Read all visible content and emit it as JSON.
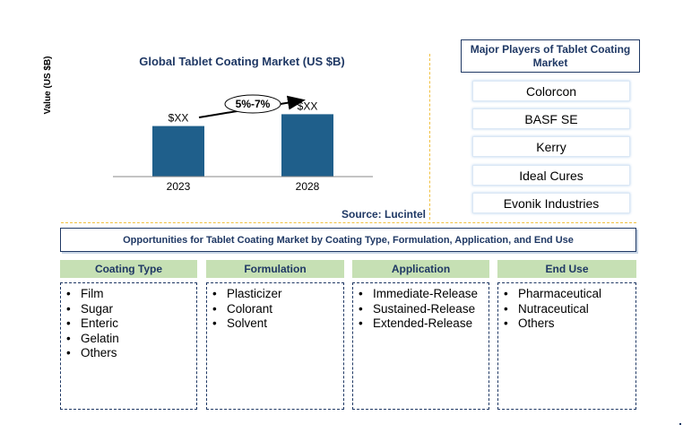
{
  "chart_data": {
    "type": "bar",
    "title": "Global Tablet Coating Market (US $B)",
    "ylabel": "Value (US $B)",
    "xlabel": "",
    "categories": [
      "2023",
      "2028"
    ],
    "values": [
      47,
      58
    ],
    "data_labels": [
      "$XX",
      "$XX"
    ],
    "growth_label": "5%-7%",
    "bar_color": "#1f5f8b",
    "ylim": [
      0,
      60
    ],
    "grid": false
  },
  "source": "Source: Lucintel",
  "players": {
    "title": "Major Players of Tablet Coating Market",
    "items": [
      "Colorcon",
      "BASF SE",
      "Kerry",
      "Ideal Cures",
      "Evonik Industries"
    ]
  },
  "opportunities": {
    "banner": "Opportunities for Tablet Coating Market by Coating Type, Formulation, Application, and End Use",
    "categories": [
      {
        "title": "Coating Type",
        "items": [
          "Film",
          "Sugar",
          "Enteric",
          "Gelatin",
          "Others"
        ]
      },
      {
        "title": "Formulation",
        "items": [
          "Plasticizer",
          "Colorant",
          "Solvent"
        ]
      },
      {
        "title": "Application",
        "items": [
          "Immediate-Release",
          "Sustained-Release",
          "Extended-Release"
        ]
      },
      {
        "title": "End Use",
        "items": [
          "Pharmaceutical",
          "Nutraceutical",
          "Others"
        ]
      }
    ]
  },
  "colors": {
    "accent": "#1f3864",
    "header_green": "#c6e0b4",
    "separator": "#f0c040"
  }
}
